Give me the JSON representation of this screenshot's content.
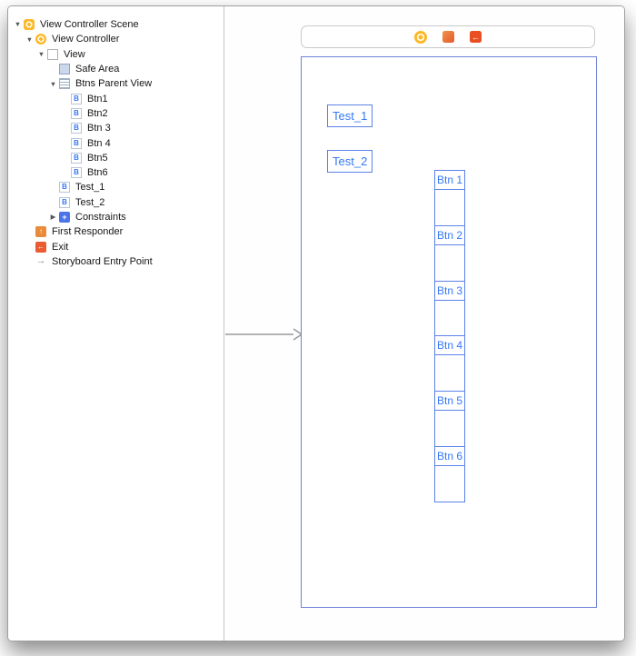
{
  "outline": {
    "items": [
      {
        "label": "View Controller Scene",
        "depth": 0,
        "icon": "scene",
        "disclosure": "expanded"
      },
      {
        "label": "View Controller",
        "depth": 1,
        "icon": "view-controller",
        "disclosure": "expanded"
      },
      {
        "label": "View",
        "depth": 2,
        "icon": "view",
        "disclosure": "expanded"
      },
      {
        "label": "Safe Area",
        "depth": 3,
        "icon": "safe-area",
        "disclosure": "none"
      },
      {
        "label": "Btns Parent View",
        "depth": 3,
        "icon": "parent-view",
        "disclosure": "expanded"
      },
      {
        "label": "Btn1",
        "depth": 4,
        "icon": "button",
        "disclosure": "none"
      },
      {
        "label": "Btn2",
        "depth": 4,
        "icon": "button",
        "disclosure": "none"
      },
      {
        "label": "Btn 3",
        "depth": 4,
        "icon": "button",
        "disclosure": "none"
      },
      {
        "label": "Btn 4",
        "depth": 4,
        "icon": "button",
        "disclosure": "none"
      },
      {
        "label": "Btn5",
        "depth": 4,
        "icon": "button",
        "disclosure": "none"
      },
      {
        "label": "Btn6",
        "depth": 4,
        "icon": "button",
        "disclosure": "none"
      },
      {
        "label": "Test_1",
        "depth": 3,
        "icon": "button",
        "disclosure": "none"
      },
      {
        "label": "Test_2",
        "depth": 3,
        "icon": "button",
        "disclosure": "none"
      },
      {
        "label": "Constraints",
        "depth": 3,
        "icon": "constraints",
        "disclosure": "collapsed"
      },
      {
        "label": "First Responder",
        "depth": 1,
        "icon": "first-responder",
        "disclosure": "none"
      },
      {
        "label": "Exit",
        "depth": 1,
        "icon": "exit",
        "disclosure": "none"
      },
      {
        "label": "Storyboard Entry Point",
        "depth": 1,
        "icon": "entry-point",
        "disclosure": "none"
      }
    ]
  },
  "canvas": {
    "scene_dock_icons": [
      {
        "type": "view-controller",
        "name": "view-controller-icon"
      },
      {
        "type": "first-responder",
        "name": "first-responder-icon"
      },
      {
        "type": "exit",
        "name": "exit-icon"
      }
    ],
    "view": {
      "buttons": [
        {
          "label": "Test_1"
        },
        {
          "label": "Test_2"
        }
      ],
      "stack_buttons": [
        {
          "label": "Btn 1"
        },
        {
          "label": "Btn 2"
        },
        {
          "label": "Btn 3"
        },
        {
          "label": "Btn 4"
        },
        {
          "label": "Btn 5"
        },
        {
          "label": "Btn 6"
        }
      ]
    }
  },
  "colors": {
    "accent_blue": "#3478f6",
    "selection_border_blue": "#5b82e8",
    "view_border_blue": "#6e82d6",
    "vc_yellow": "#fcb827",
    "responder_orange": "#e98b3a",
    "exit_orange": "#ea5b32"
  }
}
